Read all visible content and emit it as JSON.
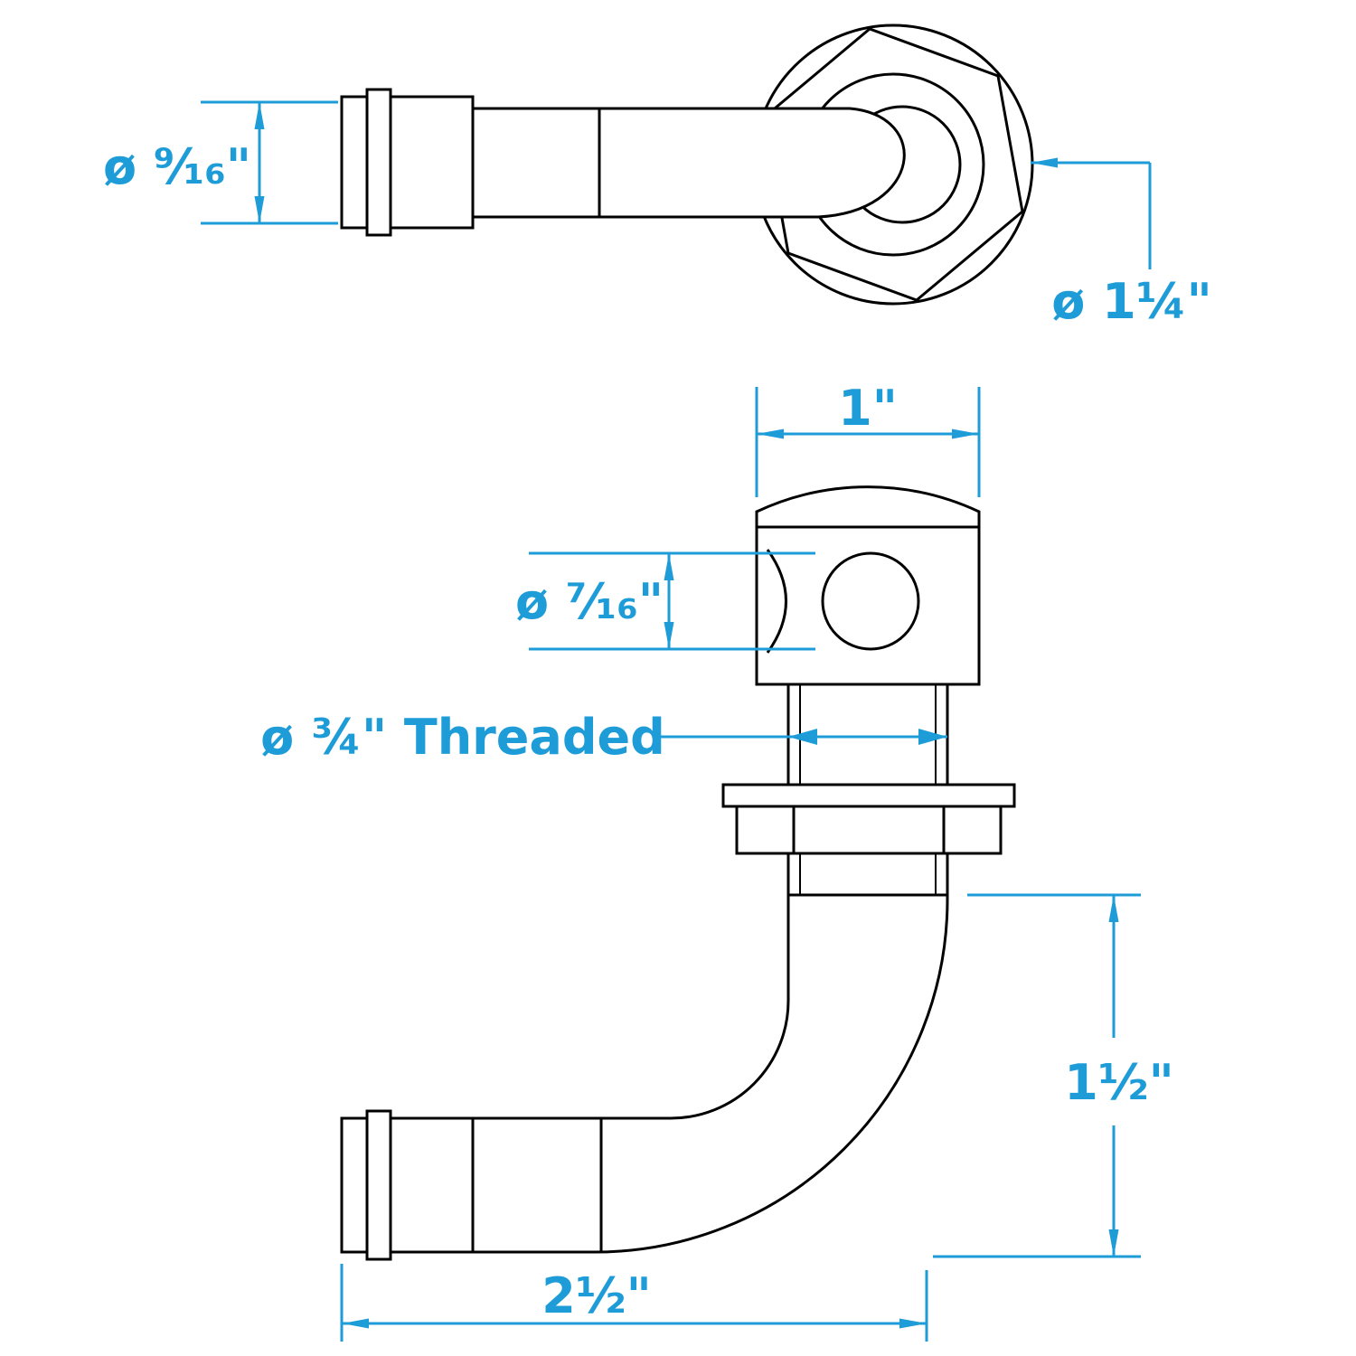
{
  "diagram": {
    "kind": "technical-drawing",
    "subject": "90-degree threaded hose barb vent fitting, two orthographic views",
    "background_color": "#ffffff",
    "line_color": "#000000",
    "dimension_color": "#1e9cd8"
  },
  "dimensions": {
    "barb_diameter": "ø ⁹⁄₁₆\"",
    "flange_diameter": "ø 1¼\"",
    "body_width": "1\"",
    "side_hole_diameter": "ø ⁷⁄₁₆\"",
    "thread_label": "ø ¾\" Threaded",
    "vertical_height": "1½\"",
    "overall_length": "2½\""
  }
}
